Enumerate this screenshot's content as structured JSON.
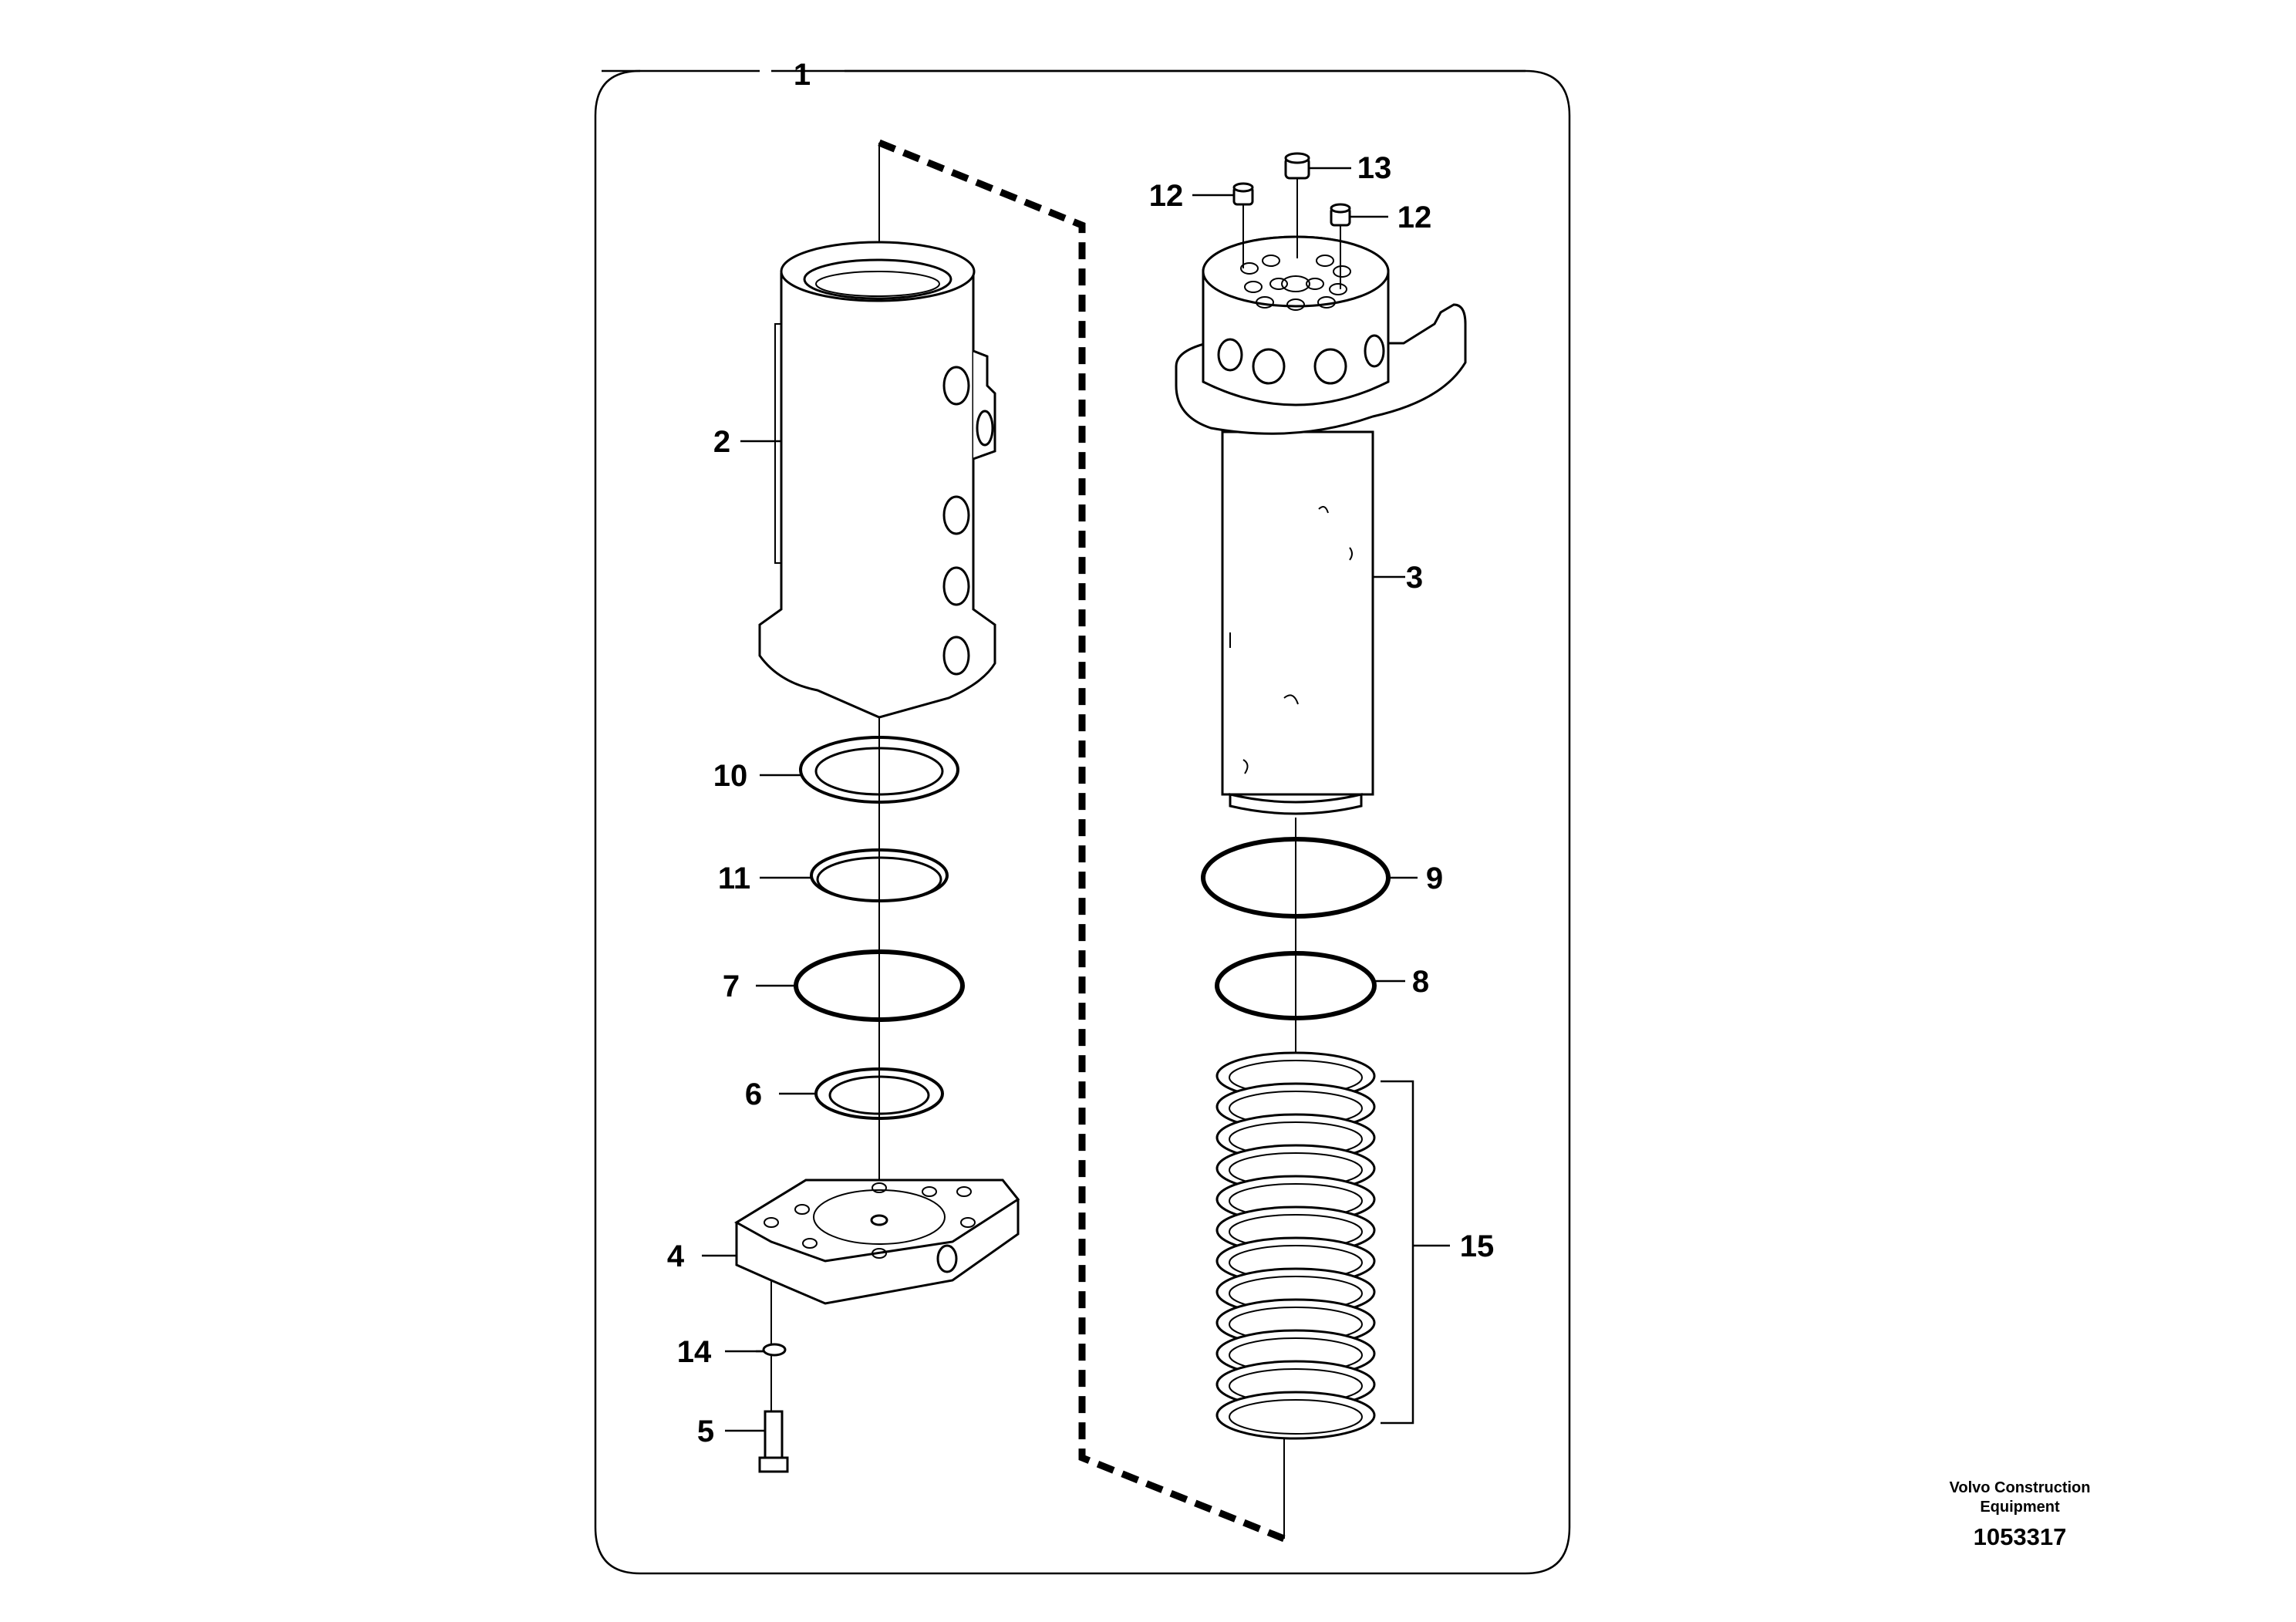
{
  "callouts": {
    "c1": "1",
    "c2": "2",
    "c3": "3",
    "c4": "4",
    "c5": "5",
    "c6": "6",
    "c7": "7",
    "c8": "8",
    "c9": "9",
    "c10": "10",
    "c11": "11",
    "c12a": "12",
    "c12b": "12",
    "c13": "13",
    "c14": "14",
    "c15": "15"
  },
  "credit": {
    "line1": "Volvo Construction",
    "line2": "Equipment",
    "doc_number": "1053317"
  }
}
